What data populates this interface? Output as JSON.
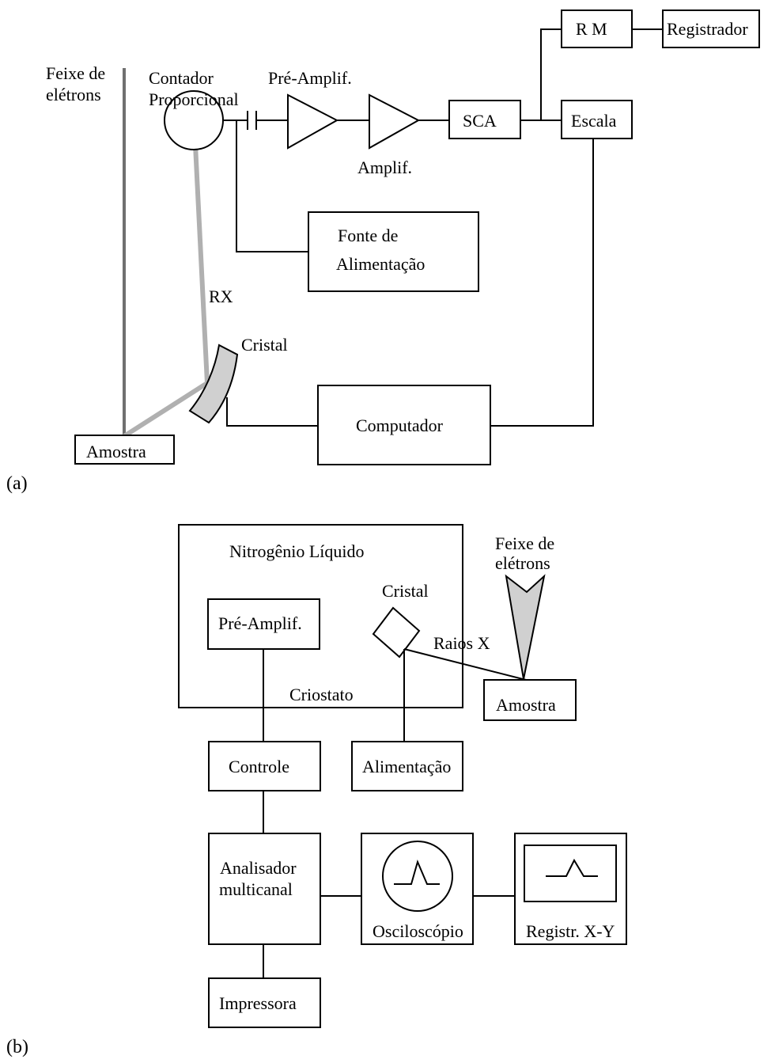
{
  "panel_a": {
    "label": "(a)",
    "beam_label_1": "Feixe de",
    "beam_label_2": "elétrons",
    "counter_label_1": "Contador",
    "counter_label_2": "Proporcional",
    "preamp": "Pré-Amplif.",
    "amp": "Amplif.",
    "sca": "SCA",
    "rm": "R M",
    "recorder": "Registrador",
    "scaler": "Escala",
    "power_1": "Fonte de",
    "power_2": "Alimentação",
    "rx": "RX",
    "crystal": "Cristal",
    "computer": "Computador",
    "sample": "Amostra"
  },
  "panel_b": {
    "label": "(b)",
    "ln2": "Nitrogênio Líquido",
    "beam_label_1": "Feixe de",
    "beam_label_2": "elétrons",
    "crystal": "Cristal",
    "preamp": "Pré-Amplif.",
    "xrays": "Raios X",
    "cryostat": "Criostato",
    "sample": "Amostra",
    "control": "Controle",
    "power": "Alimentação",
    "mca_1": "Analisador",
    "mca_2": "multicanal",
    "oscilloscope": "Osciloscópio",
    "xy_recorder": "Registr. X-Y",
    "printer": "Impressora"
  }
}
